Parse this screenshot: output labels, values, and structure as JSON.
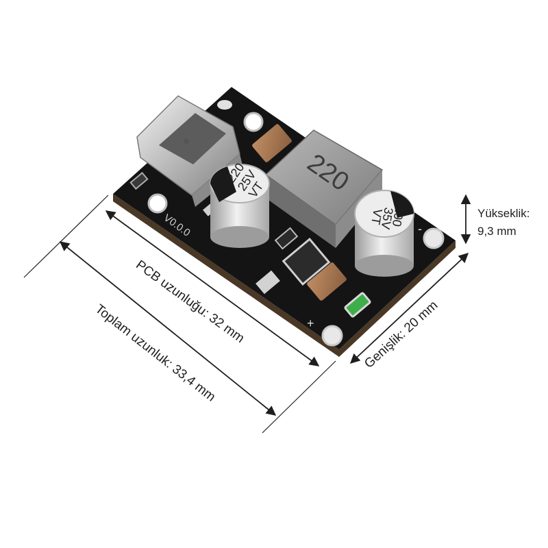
{
  "dimensions": {
    "pcb_length": "PCB uzunluğu: 32 mm",
    "total_length": "Toplam uzunluk: 33,4 mm",
    "width": "Genişlik: 20 mm",
    "height_title": "Yükseklik:",
    "height_value": "9,3 mm"
  },
  "board": {
    "version_mark": "V0.0.0",
    "plus_mark": "+",
    "minus_mark": "-",
    "inductor_marking": "220",
    "cap_left_line1": "220",
    "cap_left_line2": "25V",
    "cap_left_line3": "VT",
    "cap_right_line1": "100",
    "cap_right_line2": "35V",
    "cap_right_line3": "VT"
  },
  "colors": {
    "pcb": "#141414",
    "pcb_edge": "#4a3826",
    "metal": "#c9c9c9",
    "inductor": "#9a9a9a",
    "capacitor_body": "#d8d8d8",
    "capacitor_stripe": "#1a1a1a",
    "smd_cap": "#a87b57",
    "led": "#3fae4a",
    "arrow": "#1e1e1e"
  }
}
